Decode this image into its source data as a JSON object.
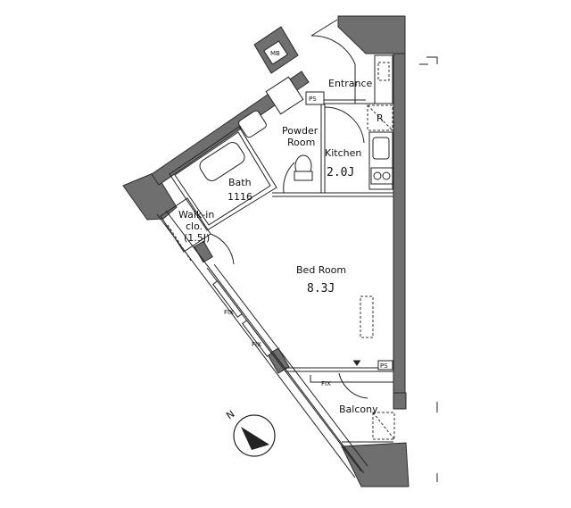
{
  "rooms": {
    "entrance": "Entrance",
    "ps_top": "PS",
    "fridge": "R",
    "powder_room_line1": "Powder",
    "powder_room_line2": "Room",
    "kitchen_name": "Kitchen",
    "kitchen_size": "2.0J",
    "bath_name": "Bath",
    "bath_size": "1116",
    "walkin_line1": "Walk-in",
    "walkin_line2": "clo.",
    "walkin_line3": "(1.5J)",
    "bedroom_name": "Bed Room",
    "bedroom_size": "8.3J",
    "ps_bottom": "PS",
    "balcony": "Balcony",
    "fix_1": "FIX",
    "fix_2": "FIX",
    "fix_3": "FIX"
  },
  "compass": {
    "north": "N"
  },
  "colors": {
    "wall": "#6f6f6f",
    "line": "#222222"
  }
}
